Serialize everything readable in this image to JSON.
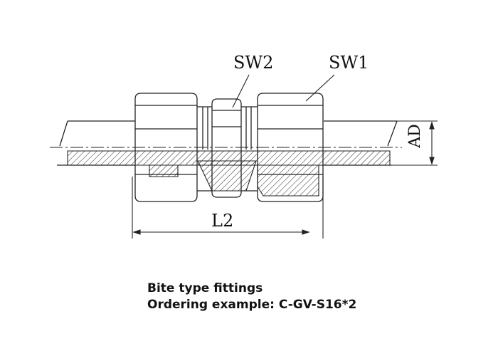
{
  "diagram": {
    "labels": {
      "sw2": "SW2",
      "sw1": "SW1",
      "ad": "AD",
      "l2": "L2"
    }
  },
  "caption": {
    "line1": "Bite type fittings",
    "line2": "Ordering example: C-GV-S16*2"
  }
}
